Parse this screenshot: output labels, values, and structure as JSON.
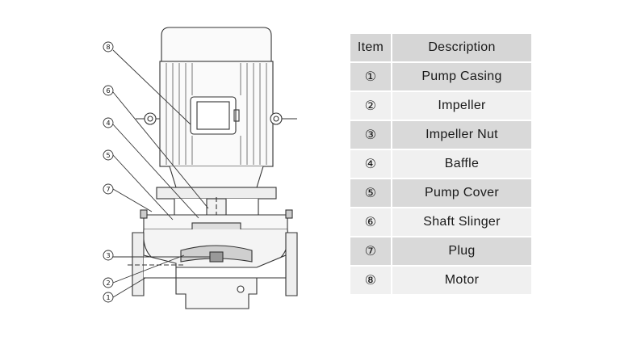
{
  "table": {
    "header": {
      "item": "Item",
      "description": "Description"
    },
    "rows": [
      {
        "item": "①",
        "description": "Pump Casing"
      },
      {
        "item": "②",
        "description": "Impeller"
      },
      {
        "item": "③",
        "description": "Impeller Nut"
      },
      {
        "item": "④",
        "description": "Baffle"
      },
      {
        "item": "⑤",
        "description": "Pump Cover"
      },
      {
        "item": "⑥",
        "description": "Shaft Slinger"
      },
      {
        "item": "⑦",
        "description": "Plug"
      },
      {
        "item": "⑧",
        "description": "Motor"
      }
    ]
  },
  "diagram": {
    "callouts": [
      "⑧",
      "⑥",
      "④",
      "⑤",
      "⑦",
      "③",
      "②",
      "①"
    ]
  }
}
